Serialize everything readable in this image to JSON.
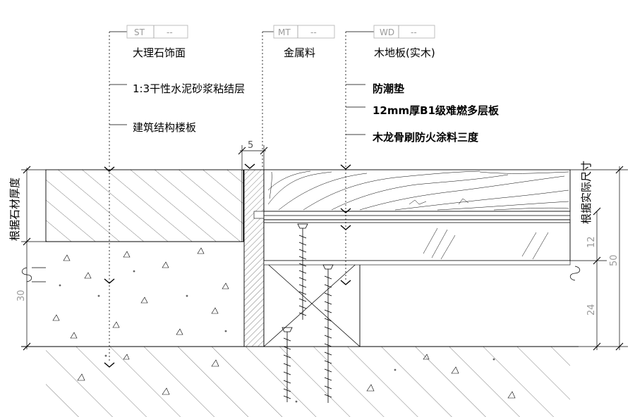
{
  "labels": {
    "stone_tag_code": "ST",
    "stone_tag_suffix": "--",
    "metal_tag_code": "MT",
    "metal_tag_suffix": "--",
    "wood_tag_code": "WD",
    "wood_tag_suffix": "--",
    "stone_face": "大理石饰面",
    "mortar_layer": "1:3干性水泥砂浆粘结层",
    "floor_slab": "建筑结构楼板",
    "metal": "金属料",
    "wood_floor": "木地板(实木)",
    "moisture_pad": "防潮垫",
    "plywood": "12mm厚B1级难燃多层板",
    "keel": "木龙骨刷防火涂料三度",
    "left_side_note": "根据石材厚度",
    "right_side_note": "根据实际尺寸"
  },
  "dimensions": {
    "top_gap": "5",
    "left_thirty": "30",
    "right_twelve": "12",
    "right_twentyfour": "24",
    "right_fifty": "50"
  }
}
